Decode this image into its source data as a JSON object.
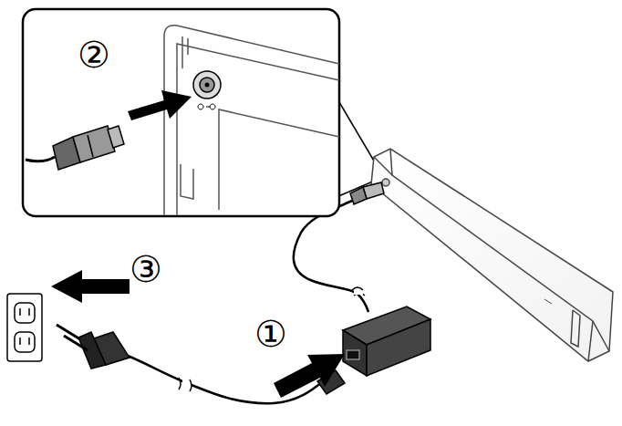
{
  "diagram": {
    "labels": [
      "②",
      "③",
      "①"
    ]
  }
}
